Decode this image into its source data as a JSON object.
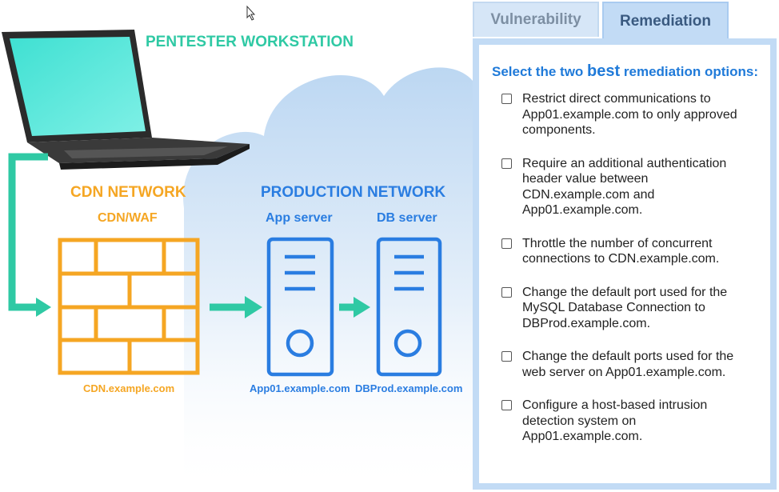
{
  "diagram": {
    "workstation_label": "PENTESTER WORKSTATION",
    "cdn_network_label": "CDN NETWORK",
    "cdn_waf_label": "CDN/WAF",
    "cdn_host": "CDN.example.com",
    "production_network_label": "PRODUCTION NETWORK",
    "app_server_label": "App server",
    "app_host": "App01.example.com",
    "db_server_label": "DB server",
    "db_host": "DBProd.example.com"
  },
  "tabs": {
    "vulnerability": "Vulnerability",
    "remediation": "Remediation",
    "active": "remediation"
  },
  "remediation": {
    "prompt_pre": "Select the two ",
    "prompt_emphasis": "best",
    "prompt_post": " remediation options:",
    "options": [
      {
        "label": "Restrict direct communications to App01.example.com to only approved components.",
        "checked": false
      },
      {
        "label": "Require an additional authentication header value between CDN.example.com and App01.example.com.",
        "checked": false
      },
      {
        "label": "Throttle the number of concurrent connections to CDN.example.com.",
        "checked": false
      },
      {
        "label": "Change the default port used for the MySQL Database Connection to DBProd.example.com.",
        "checked": false
      },
      {
        "label": "Change the default ports used for the web server on App01.example.com.",
        "checked": false
      },
      {
        "label": "Configure a host-based intrusion detection system on App01.example.com.",
        "checked": false
      }
    ]
  },
  "colors": {
    "teal": "#2fc9a4",
    "orange": "#f5a623",
    "blue": "#2a7de1",
    "cloud": "#cfe3f7",
    "panel_frame": "#c2dbf5"
  }
}
